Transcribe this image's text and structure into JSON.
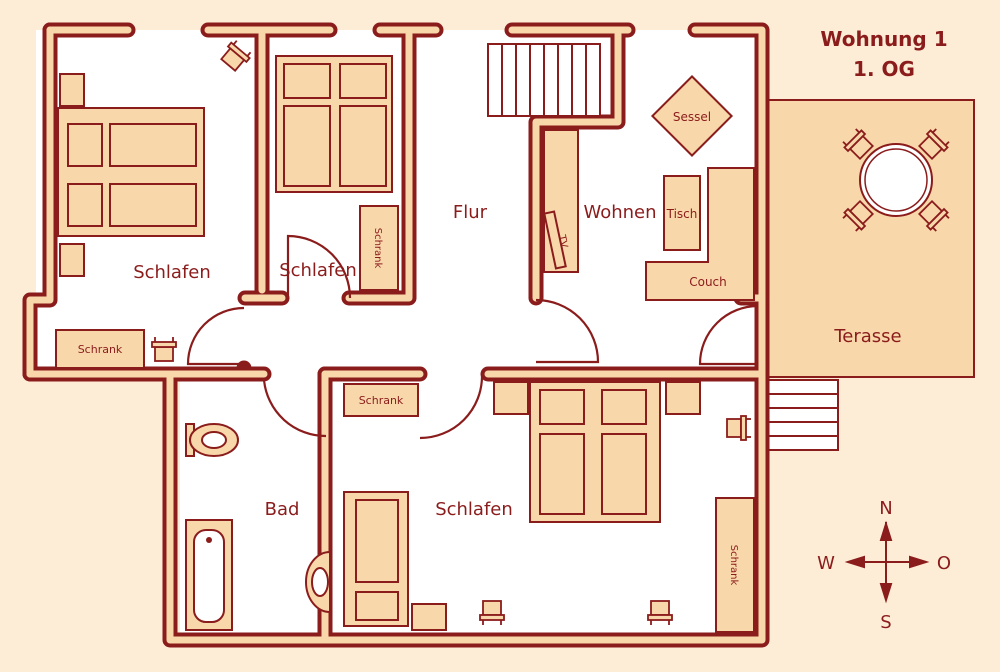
{
  "title": {
    "line1": "Wohnung 1",
    "line2": "1. OG"
  },
  "rooms": {
    "schlafen_left": "Schlafen",
    "schlafen_mid": "Schlafen",
    "flur": "Flur",
    "wohnen": "Wohnen",
    "bad": "Bad",
    "schlafen_bottom": "Schlafen",
    "terasse": "Terasse"
  },
  "furniture": {
    "sessel": "Sessel",
    "tisch": "Tisch",
    "couch": "Couch",
    "tv": "TV",
    "schrank_left": "Schrank",
    "schrank_mid": "Schrank",
    "schrank_bottom": "Schrank",
    "schrank_right": "Schrank"
  },
  "compass": {
    "n": "N",
    "s": "S",
    "w": "W",
    "o": "O"
  },
  "colors": {
    "background": "#fdecd6",
    "wall": "#8b1c1c",
    "fill": "#f8d7aa",
    "floor": "#ffffff",
    "terrace": "#f8d7aa"
  }
}
